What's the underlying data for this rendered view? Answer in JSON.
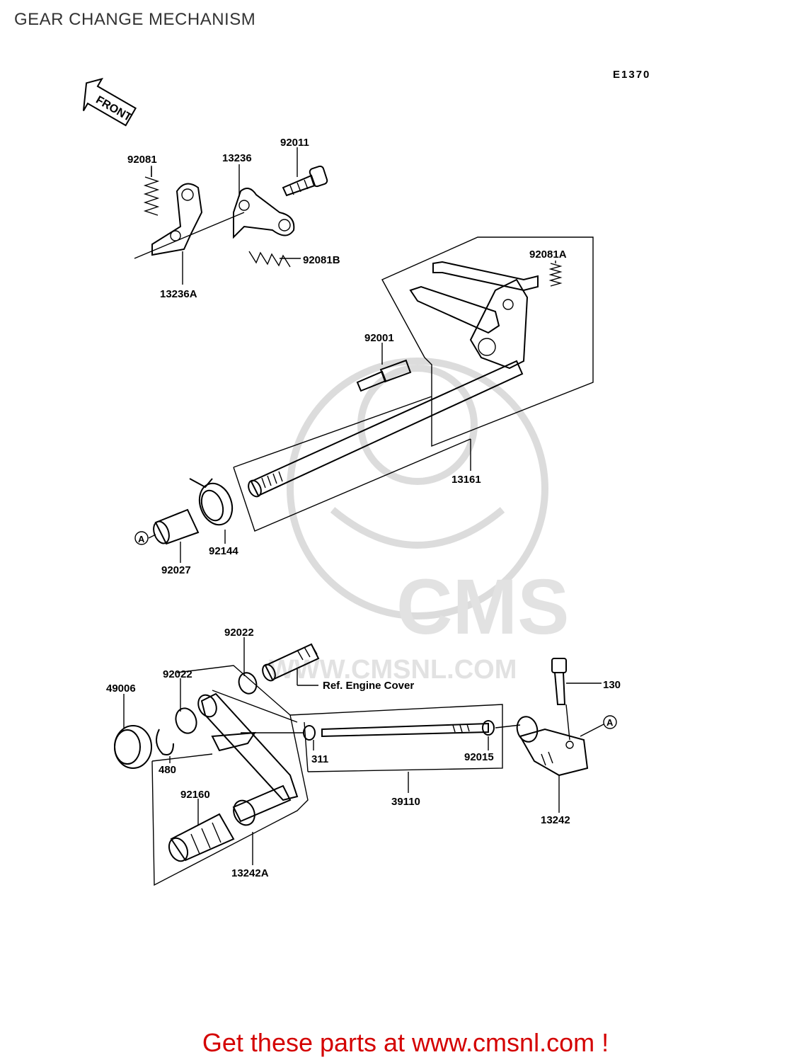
{
  "header": {
    "title": "GEAR CHANGE MECHANISM"
  },
  "diagram": {
    "figure_code": "E1370",
    "front_arrow_text": "FRONT",
    "ref_note": "Ref.  Engine Cover",
    "ref_markers": {
      "marker_a_left": "A",
      "marker_a_right": "A"
    },
    "labels": {
      "p92081": "92081",
      "p13236": "13236",
      "p92011": "92011",
      "p92081B": "92081B",
      "p13236A": "13236A",
      "p92081A": "92081A",
      "p92001": "92001",
      "p13161": "13161",
      "p92144": "92144",
      "p92027": "92027",
      "p92022_top": "92022",
      "p92022_left": "92022",
      "p49006": "49006",
      "p130": "130",
      "p480": "480",
      "p311": "311",
      "p92015": "92015",
      "p39110": "39110",
      "p13242": "13242",
      "p92160": "92160",
      "p13242A": "13242A"
    },
    "watermark": {
      "text": "CMS",
      "url": "WWW.CMSNL.COM"
    }
  },
  "footer": {
    "promo_text": "Get these parts at www.cmsnl.com !"
  },
  "colors": {
    "promo": "#d40000",
    "title": "#333333",
    "watermark": "#dcdcdc"
  }
}
